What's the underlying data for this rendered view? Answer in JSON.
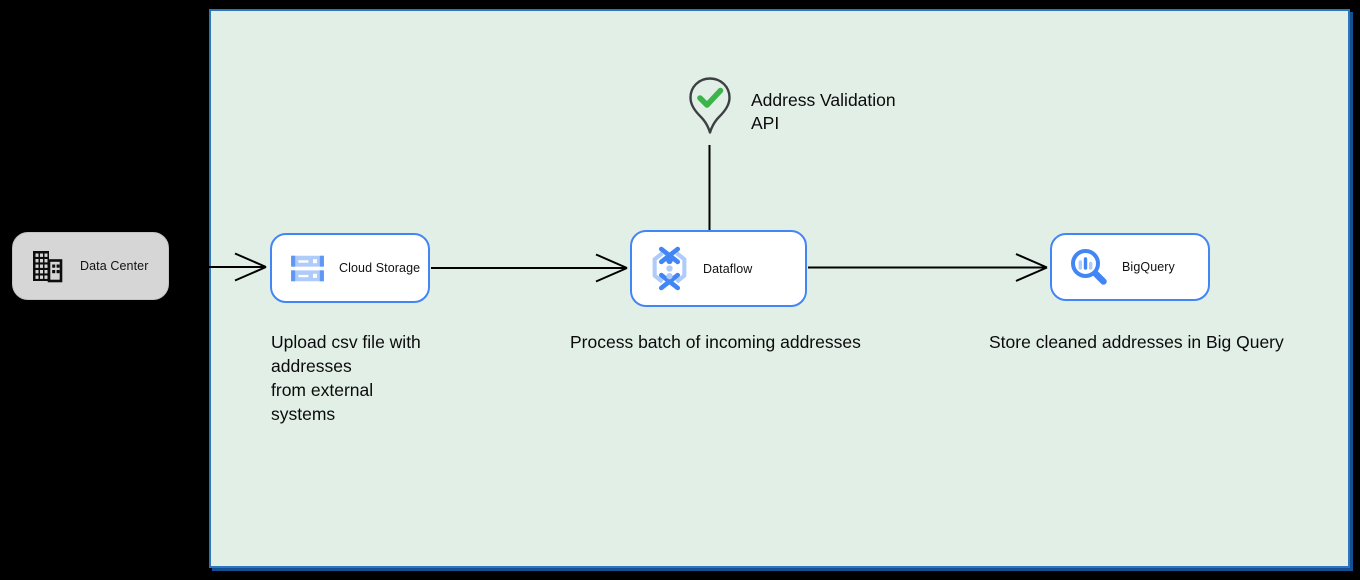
{
  "colors": {
    "canvas_bg": "#000000",
    "zone_fill": "#e2efe7",
    "zone_border": "#2d76bc",
    "node_border_blue": "#4285f4",
    "node_fill": "#ffffff",
    "datacenter_fill": "#d6d6d6",
    "arrow": "#000000",
    "check_green": "#3bb54a",
    "pin_outline": "#3c4043",
    "gcp_blue": "#4285f4",
    "gcp_blue_light": "#aecbfa"
  },
  "nodes": {
    "data_center": {
      "label": "Data Center",
      "icon": "building-icon"
    },
    "cloud_storage": {
      "label": "Cloud Storage",
      "icon": "cloud-storage-icon"
    },
    "dataflow": {
      "label": "Dataflow",
      "icon": "dataflow-icon"
    },
    "bigquery": {
      "label": "BigQuery",
      "icon": "bigquery-icon"
    }
  },
  "annotation": {
    "line1": "Address Validation",
    "line2": "API",
    "icon": "map-pin-check-icon"
  },
  "captions": {
    "upload_lines": [
      "Upload csv file with",
      "addresses",
      "from external",
      "systems"
    ],
    "process": "Process batch of incoming addresses",
    "store": "Store cleaned addresses in Big Query"
  }
}
